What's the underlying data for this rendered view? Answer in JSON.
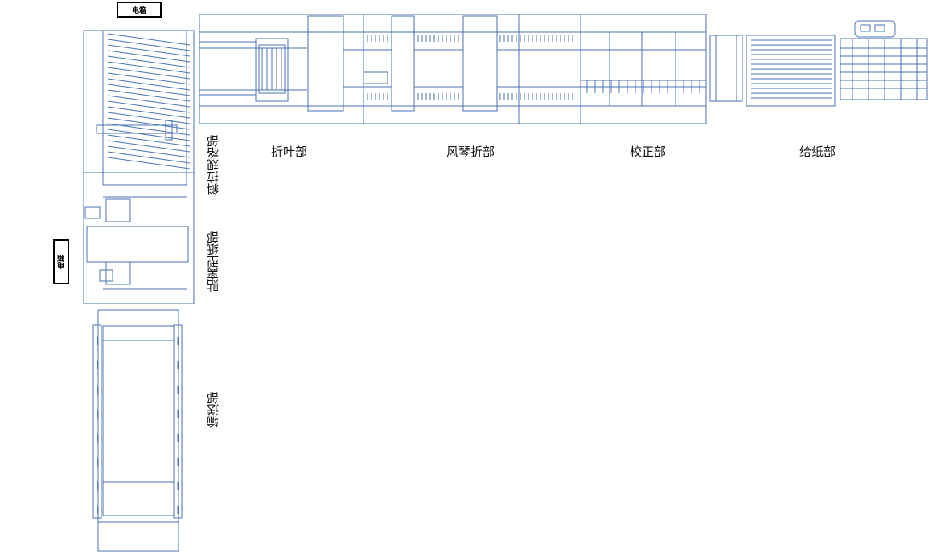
{
  "colors": {
    "line": "#4a73b3",
    "text": "#111111"
  },
  "electrical_box_label": "电箱",
  "sections": {
    "folding": "折叶部",
    "accordion_fold": "风琴折部",
    "alignment": "校正部",
    "feeding": "给纸部",
    "diagonal_pull": "斜拉规格部",
    "gasket_paper": "贴离型纸部",
    "conveying": "输送部"
  }
}
